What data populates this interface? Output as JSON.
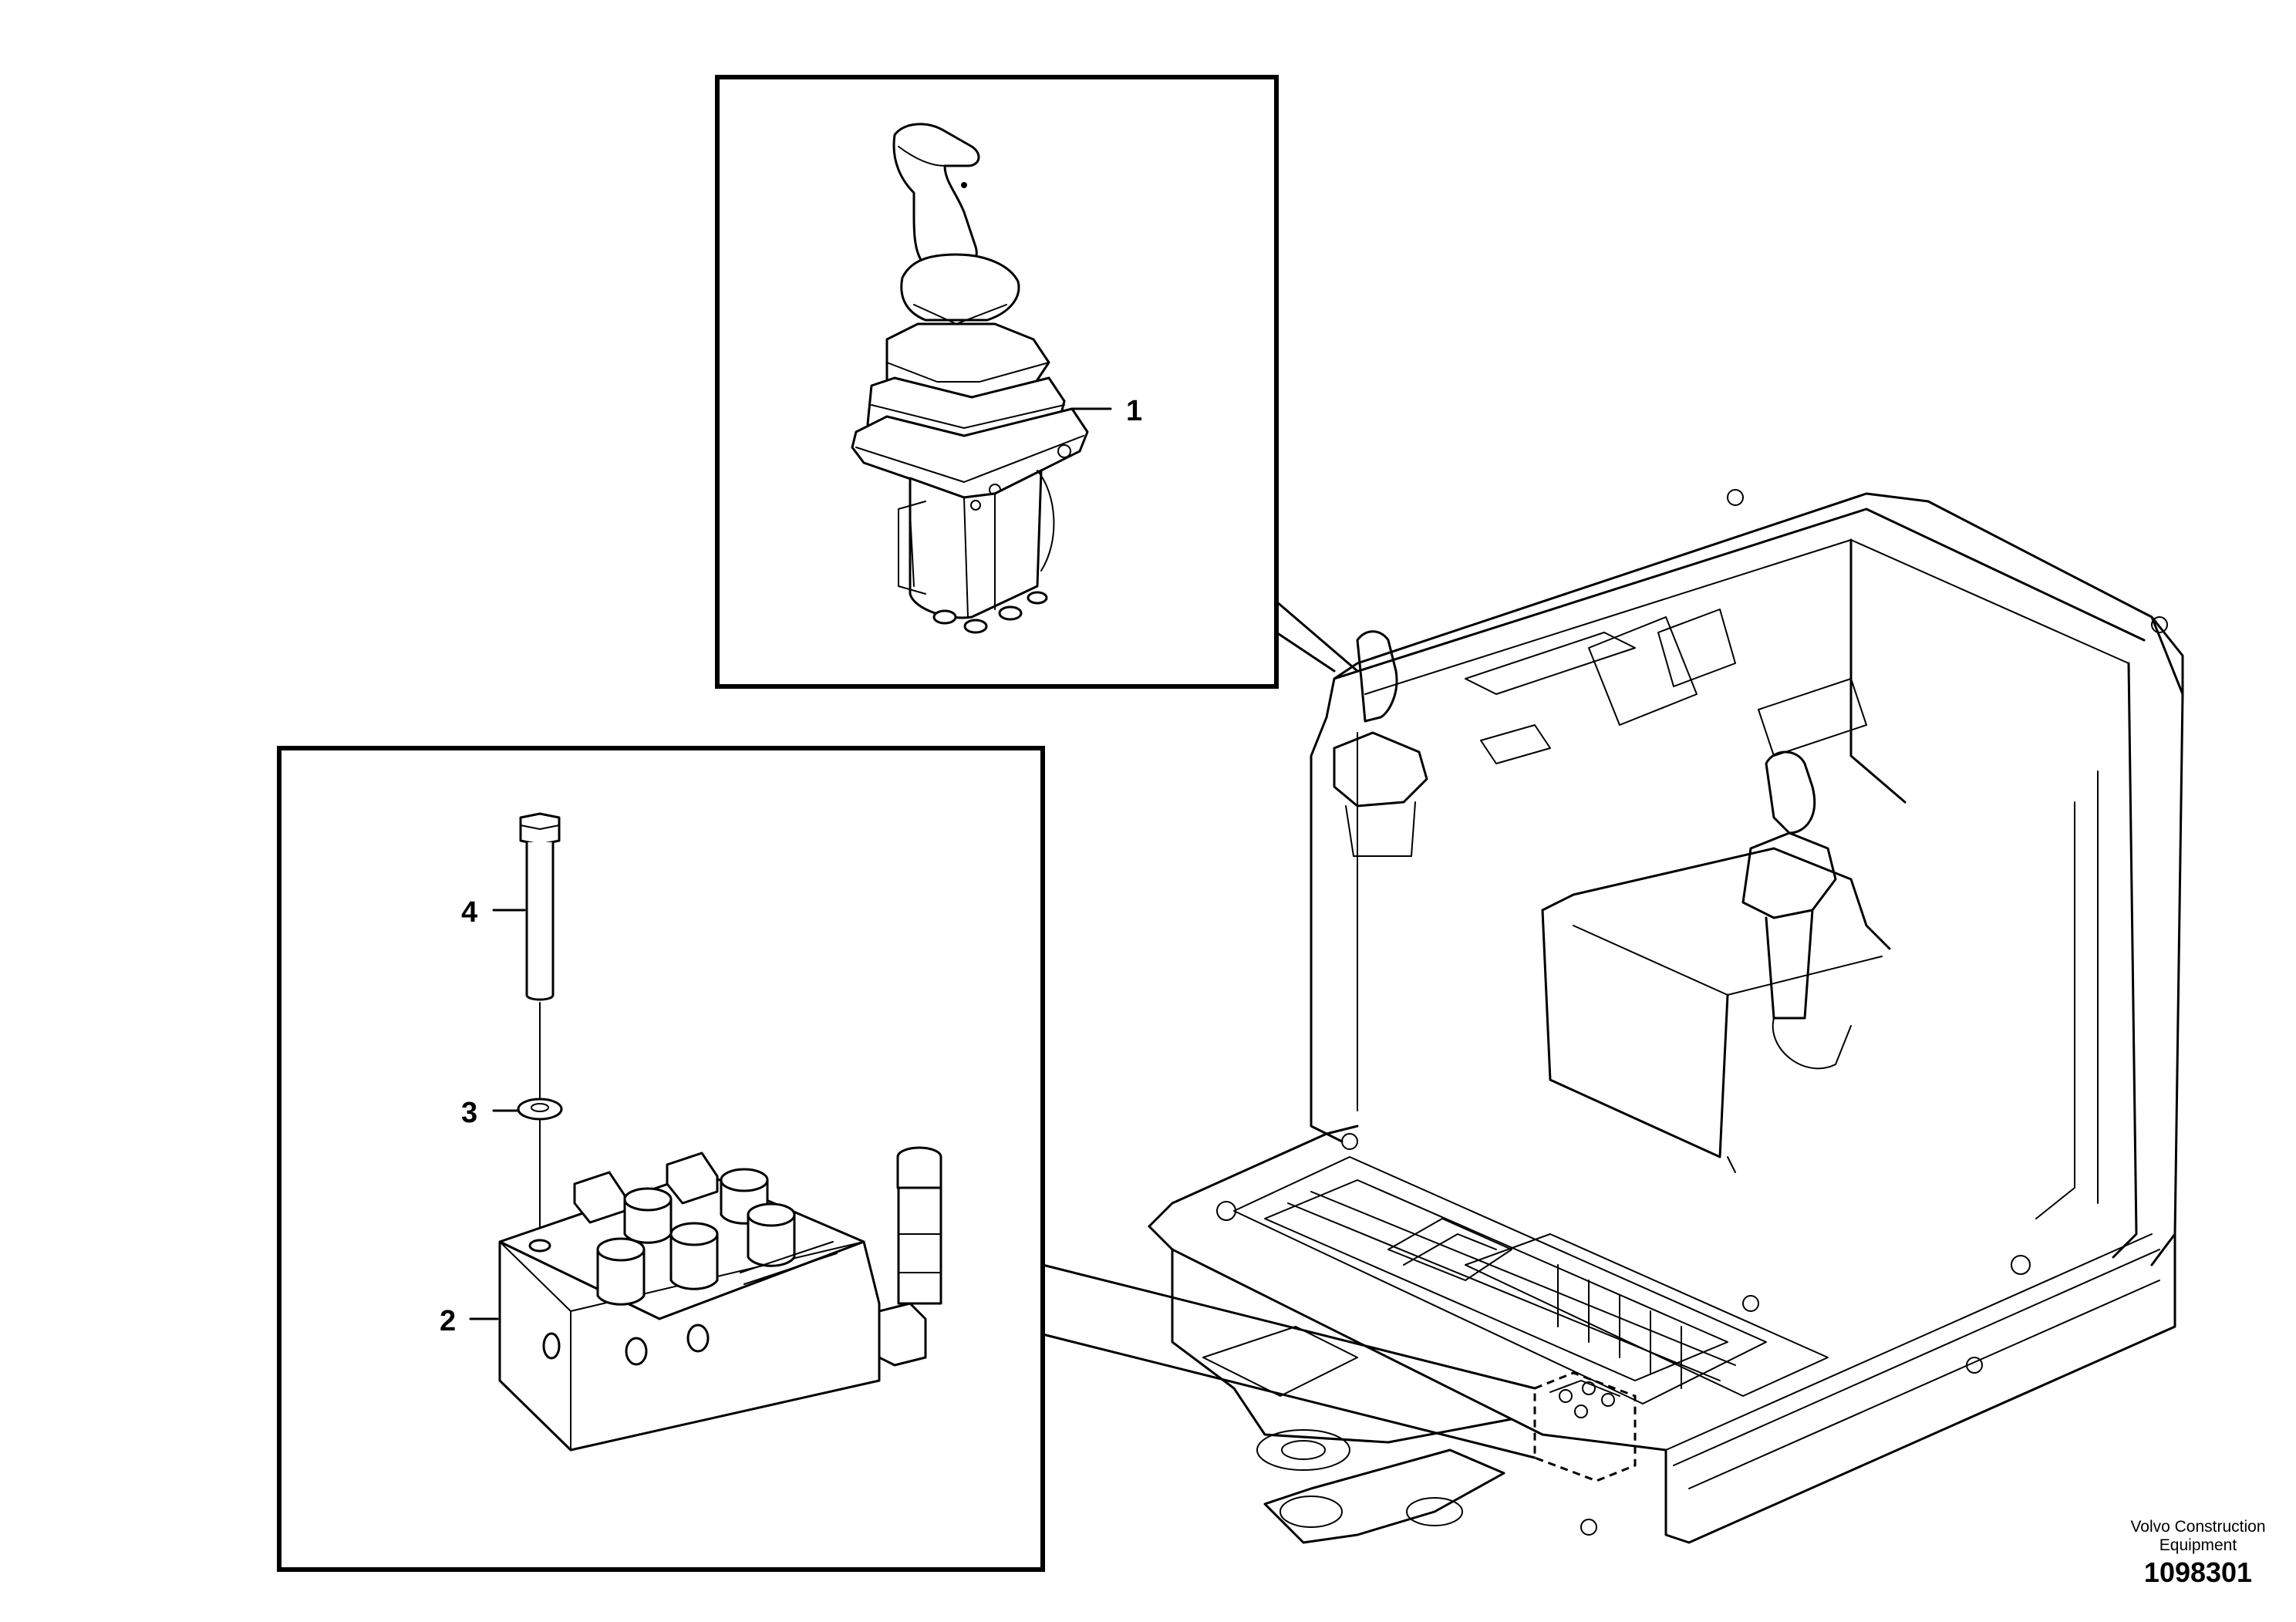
{
  "callouts": [
    {
      "id": "1",
      "label": "1"
    },
    {
      "id": "2",
      "label": "2"
    },
    {
      "id": "3",
      "label": "3"
    },
    {
      "id": "4",
      "label": "4"
    }
  ],
  "footer": {
    "brand_line1": "Volvo Construction",
    "brand_line2": "Equipment",
    "part_number": "1098301"
  }
}
